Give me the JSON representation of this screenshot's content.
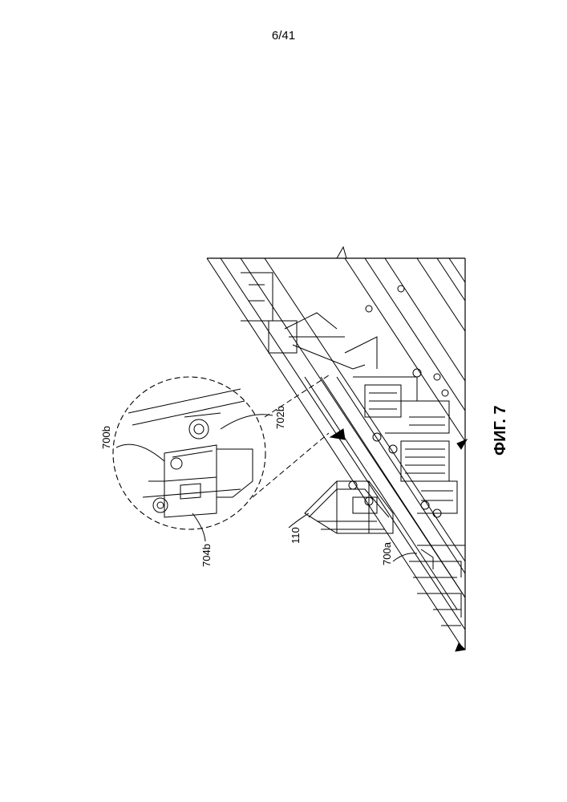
{
  "page": {
    "number": "6/41"
  },
  "figure": {
    "caption": "ФИГ. 7",
    "labels": {
      "l110": "110",
      "l700a": "700a",
      "l700b": "700b",
      "l702b": "702b",
      "l704b": "704b"
    }
  },
  "colors": {
    "ink": "#000000",
    "paper": "#ffffff"
  }
}
